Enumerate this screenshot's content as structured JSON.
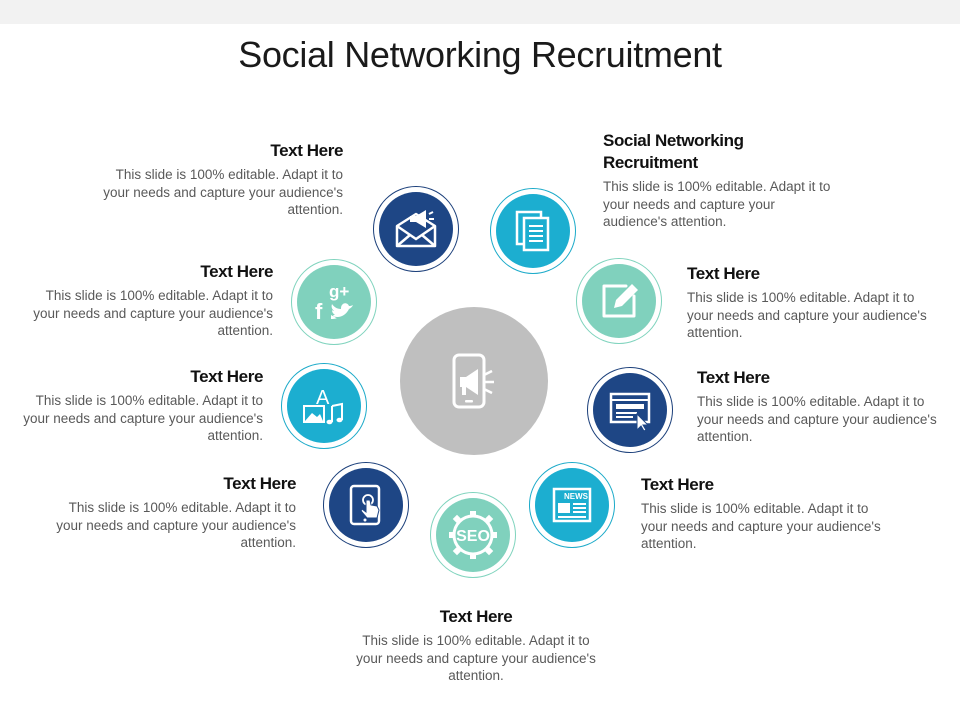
{
  "title": "Social Networking Recruitment",
  "center_icon": "smartphone-megaphone-icon",
  "colors": {
    "navy": "#1e4685",
    "teal": "#1caed0",
    "mint": "#80d1bd",
    "center": "#bfbfbf"
  },
  "items": [
    {
      "heading": "Text Here",
      "body": "This slide is 100% editable. Adapt it to your needs and capture your audience's attention.",
      "icon": "mail-megaphone-icon"
    },
    {
      "heading": "Social Networking Recruitment",
      "body": "This slide is 100% editable. Adapt it to your needs and capture your audience's attention.",
      "icon": "documents-icon"
    },
    {
      "heading": "Text Here",
      "body": "This slide is 100% editable. Adapt it to your needs and capture your audience's attention.",
      "icon": "social-media-icon"
    },
    {
      "heading": "Text Here",
      "body": "This slide is 100% editable. Adapt it to your needs and capture your audience's attention.",
      "icon": "edit-icon"
    },
    {
      "heading": "Text Here",
      "body": "This slide is 100% editable. Adapt it to your needs and capture your audience's attention.",
      "icon": "media-icon"
    },
    {
      "heading": "Text Here",
      "body": "This slide is 100% editable. Adapt it to your needs and capture your audience's attention.",
      "icon": "web-page-icon"
    },
    {
      "heading": "Text Here",
      "body": "This slide is 100% editable. Adapt it to your needs and capture your audience's attention.",
      "icon": "tablet-touch-icon"
    },
    {
      "heading": "Text Here",
      "body": "This slide is 100% editable. Adapt it to your needs and capture your audience's attention.",
      "icon": "news-icon"
    },
    {
      "heading": "Text Here",
      "body": "This slide is 100% editable. Adapt it to your needs and capture your audience's attention.",
      "icon": "seo-icon"
    }
  ],
  "icon_labels": {
    "news": "NEWS",
    "seo": "SEO"
  }
}
